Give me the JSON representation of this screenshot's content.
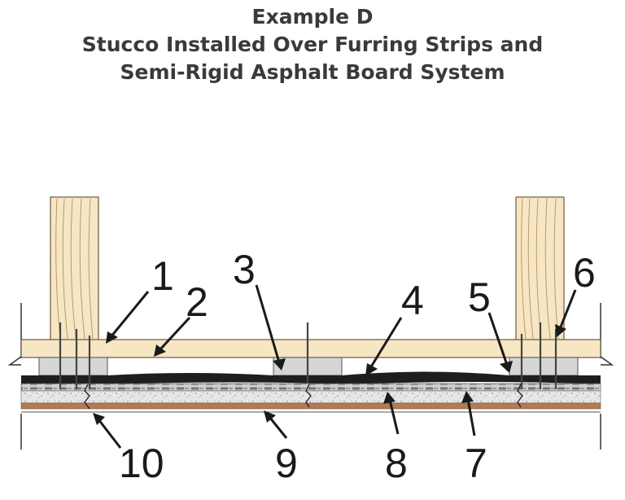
{
  "title": {
    "line1": "Example D",
    "line2": "Stucco Installed Over Furring Strips and",
    "line3": "Semi-Rigid Asphalt Board System"
  },
  "callouts": {
    "c1": "1",
    "c2": "2",
    "c3": "3",
    "c4": "4",
    "c5": "5",
    "c6": "6",
    "c7": "7",
    "c8": "8",
    "c9": "9",
    "c10": "10"
  },
  "colors": {
    "wood": "#f6e6c4",
    "wood_grain": "#b89a6a",
    "furring": "#d6d6d6",
    "asphalt_board": "#1e1e1e",
    "stucco": "#e4e4e4",
    "finish_coat": "#b37a55"
  }
}
